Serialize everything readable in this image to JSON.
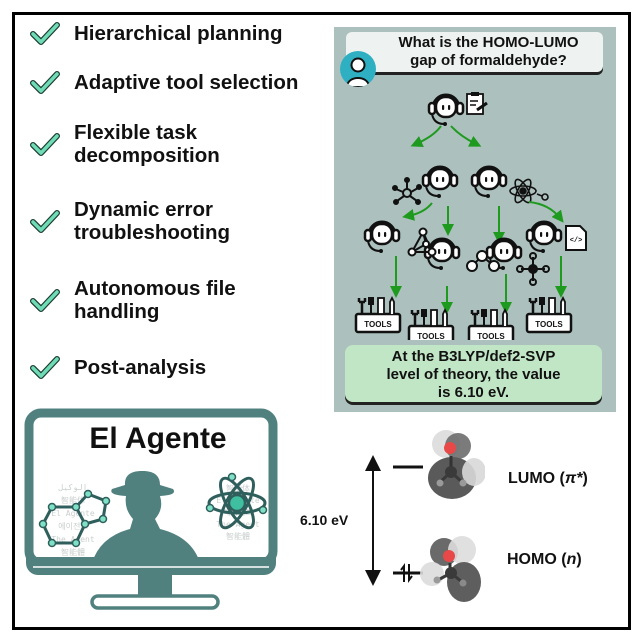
{
  "features": [
    {
      "icon": "check-icon",
      "label": "Hierarchical planning",
      "lines": [
        "Hierarchical planning"
      ]
    },
    {
      "icon": "check-icon",
      "label": "Adaptive tool selection",
      "lines": [
        "Adaptive tool selection"
      ]
    },
    {
      "icon": "check-icon",
      "label": "Flexible task decomposition",
      "lines": [
        "Flexible task",
        "decomposition"
      ]
    },
    {
      "icon": "check-icon",
      "label": "Dynamic error troubleshooting",
      "lines": [
        "Dynamic error",
        "troubleshooting"
      ]
    },
    {
      "icon": "check-icon",
      "label": "Autonomous file handling",
      "lines": [
        "Autonomous file",
        "handling"
      ]
    },
    {
      "icon": "check-icon",
      "label": "Post-analysis",
      "lines": [
        "Post-analysis"
      ]
    }
  ],
  "workflow": {
    "question": {
      "line1": "What is the HOMO-LUMO",
      "line2": "gap of formaldehyde?",
      "icon": "user-avatar-icon"
    },
    "orchestrator_icon": "agent-headset-icon",
    "task_icon": "clipboard-icon",
    "tools_label": "TOOLS",
    "sub_agent_icons": [
      "molecule-icon",
      "atom-icon",
      "graph-icon",
      "chain-icon",
      "network-icon",
      "code-file-icon"
    ],
    "answer": {
      "line1": "At the B3LYP/def2-SVP",
      "line2": "level of theory, the value",
      "line3": "is 6.10 eV."
    }
  },
  "brand": {
    "title": "El Agente",
    "watermark_left": [
      "الوكيل",
      "智能体",
      "El Agente",
      "에이전트",
      "The Agent",
      "智能體"
    ],
    "watermark_right": [
      "智能体",
      "El Agente",
      "에이전트",
      "The Agent",
      "智能體"
    ],
    "icons": [
      "monitor-icon",
      "detective-icon",
      "molecule-rings-icon",
      "atom-icon"
    ]
  },
  "orbitals": {
    "gap": "6.10 eV",
    "lumo": {
      "name": "LUMO",
      "symbol": "π*"
    },
    "homo": {
      "name": "HOMO",
      "symbol": "n"
    }
  },
  "colors": {
    "check": "#6fdcb6",
    "panel": "#acc1be",
    "answer_bg": "#c1e6c6",
    "arrow": "#1e9a1e",
    "monitor": "#50817f",
    "avatar": "#2fb0c2",
    "oxygen": "#e84848"
  }
}
